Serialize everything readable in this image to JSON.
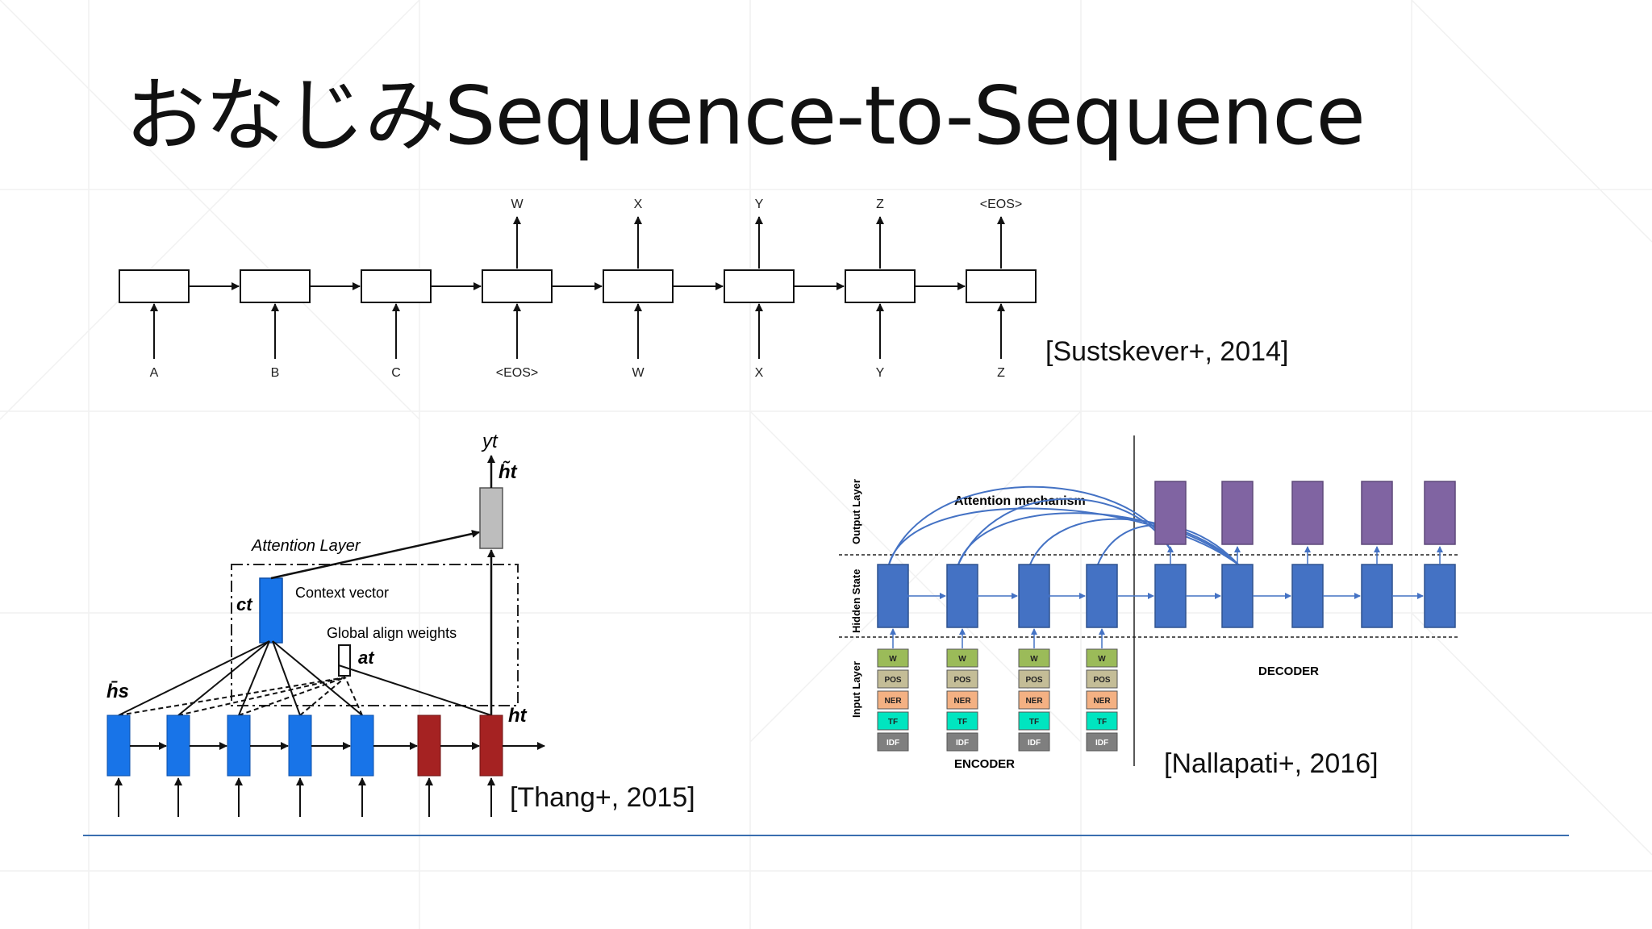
{
  "slide": {
    "title": "おなじみSequence-to-Sequence",
    "accent_color": "#3a6fb0"
  },
  "seq2seq_diagram": {
    "inputs": [
      "A",
      "B",
      "C",
      "<EOS>",
      "W",
      "X",
      "Y",
      "Z"
    ],
    "outputs": [
      "",
      "",
      "",
      "W",
      "X",
      "Y",
      "Z",
      "<EOS>"
    ],
    "citation": "[Sustskever+, 2014]"
  },
  "attention_diagram": {
    "output_label": "yt",
    "h_tilde_label": "h̃t",
    "attention_layer_label": "Attention Layer",
    "context_label": "ct",
    "context_vector_label": "Context vector",
    "align_weights_label": "Global align weights",
    "at_label": "at",
    "hs_label": "h̄s",
    "ht_label": "ht",
    "citation": "[Thang+, 2015]"
  },
  "nallapati_diagram": {
    "attention_mechanism_label": "Attention mechanism",
    "output_layer_label": "Output Layer",
    "hidden_state_label": "Hidden State",
    "input_layer_label": "Input Layer",
    "feature_labels": [
      "W",
      "POS",
      "NER",
      "TF",
      "IDF"
    ],
    "encoder_label": "ENCODER",
    "decoder_label": "DECODER",
    "citation": "[Nallapati+, 2016]"
  }
}
